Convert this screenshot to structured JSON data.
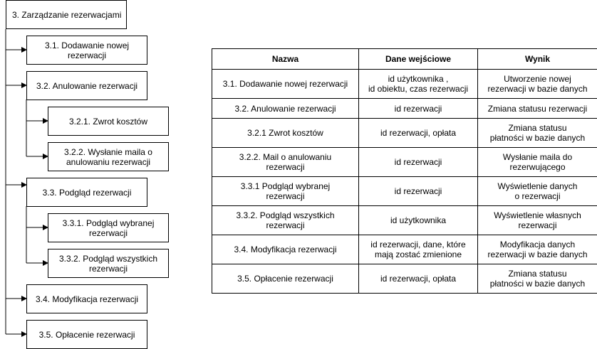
{
  "tree": {
    "root": "3. Zarządzanie rezerwacjami",
    "n31": "3.1. Dodawanie nowej rezerwacji",
    "n32": "3.2. Anulowanie rezerwacji",
    "n321": "3.2.1. Zwrot kosztów",
    "n322": "3.2.2. Wysłanie maila o anulowaniu rezerwacji",
    "n33": "3.3. Podgląd rezerwacji",
    "n331": "3.3.1. Podgląd wybranej rezerwacji",
    "n332": "3.3.2. Podgląd wszystkich rezerwacji",
    "n34": "3.4. Modyfikacja rezerwacji",
    "n35": "3.5. Opłacenie rezerwacji"
  },
  "table": {
    "headers": [
      "Nazwa",
      "Dane wejściowe",
      "Wynik"
    ],
    "rows": [
      [
        "3.1. Dodawanie nowej rezerwacji",
        "id użytkownika ,\nid obiektu, czas rezerwacji",
        "Utworzenie nowej\nrezerwacji w bazie danych"
      ],
      [
        "3.2. Anulowanie rezerwacji",
        "id rezerwacji",
        "Zmiana statusu rezerwacji"
      ],
      [
        "3.2.1 Zwrot kosztów",
        "id rezerwacji, opłata",
        "Zmiana statusu\npłatności w bazie danych"
      ],
      [
        "3.2.2. Mail o anulowaniu\nrezerwacji",
        "id rezerwacji",
        "Wysłanie maila do\nrezerwującego"
      ],
      [
        "3.3.1 Podgląd wybranej\nrezerwacji",
        "id rezerwacji",
        "Wyświetlenie danych\no rezerwacji"
      ],
      [
        "3.3.2. Podgląd wszystkich\nrezerwacji",
        "id użytkownika",
        "Wyświetlenie własnych\nrezerwacji"
      ],
      [
        "3.4. Modyfikacja rezerwacji",
        "id rezerwacji, dane, które\nmają zostać zmienione",
        "Modyfikacja danych\nrezerwacji w bazie danych"
      ],
      [
        "3.5. Opłacenie rezerwacji",
        "id rezerwacji, opłata",
        "Zmiana statusu\npłatności w bazie danych"
      ]
    ]
  }
}
